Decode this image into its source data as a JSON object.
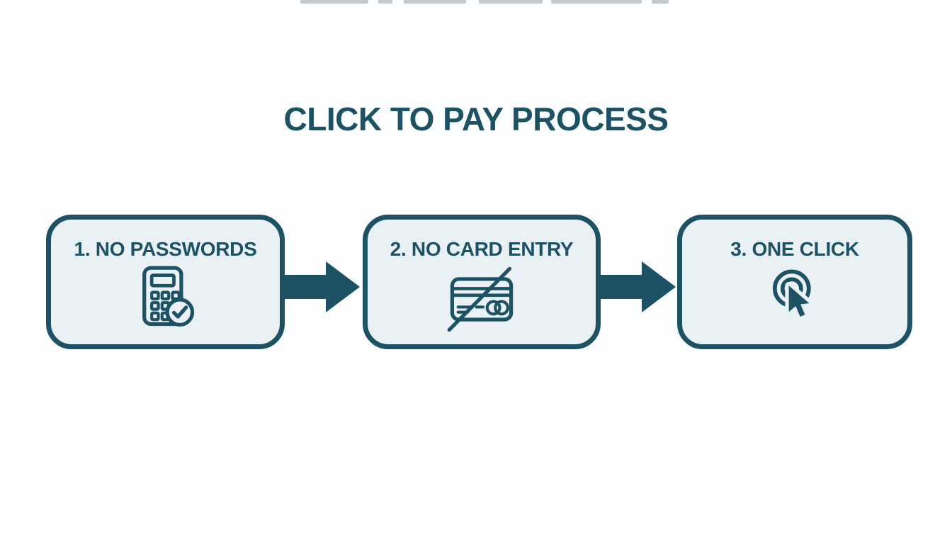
{
  "title": "CLICK TO PAY PROCESS",
  "colors": {
    "accent": "#1d5264",
    "boxFill": "#e9f1f4",
    "background": "#fcfdfe"
  },
  "connector_icon": "arrow-right-icon",
  "steps": [
    {
      "label": "1. NO PASSWORDS",
      "icon": "calculator-check-icon"
    },
    {
      "label": "2. NO CARD ENTRY",
      "icon": "card-crossed-icon"
    },
    {
      "label": "3. ONE CLICK",
      "icon": "click-cursor-icon"
    }
  ]
}
